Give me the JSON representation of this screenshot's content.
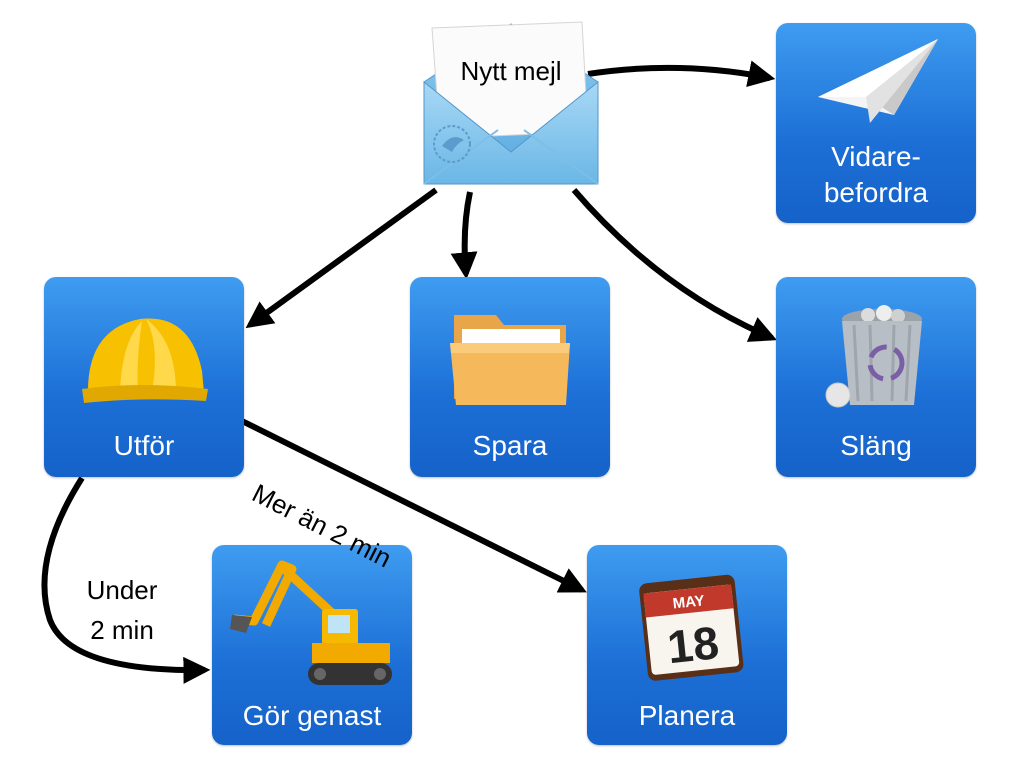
{
  "nodes": {
    "new_mail": "Nytt mejl",
    "forward": "Vidare-\nbefordra",
    "do": "Utför",
    "save": "Spara",
    "discard": "Släng",
    "do_now": "Gör genast",
    "plan": "Planera"
  },
  "edge_labels": {
    "under": "Under\n2 min",
    "over": "Mer än 2 min"
  },
  "calendar": {
    "month": "MAY",
    "day": "18"
  },
  "icons": {
    "new_mail": "envelope-icon",
    "forward": "paper-plane-icon",
    "do": "hard-hat-icon",
    "save": "folder-icon",
    "discard": "trash-can-icon",
    "do_now": "excavator-icon",
    "plan": "calendar-icon"
  },
  "colors": {
    "tile_top": "#3f9cf0",
    "tile_bottom": "#1562c9",
    "arrow": "#000000"
  }
}
